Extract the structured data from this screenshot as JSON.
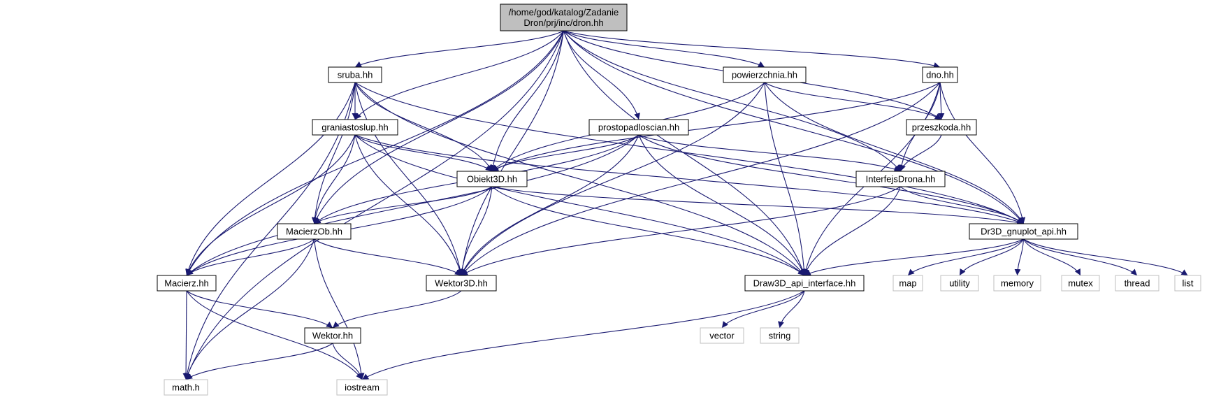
{
  "colors": {
    "edge": "#191970",
    "root_fill": "#bfbfbf",
    "local_border": "#000000",
    "system_border": "#bfbfbf",
    "system_text": "#000000"
  },
  "nodes": [
    {
      "id": "dron",
      "kind": "root",
      "lines": [
        "/home/god/katalog/Zadanie",
        "Dron/prj/inc/dron.hh"
      ]
    },
    {
      "id": "sruba",
      "kind": "local",
      "lines": [
        "sruba.hh"
      ]
    },
    {
      "id": "powierzchnia",
      "kind": "local",
      "lines": [
        "powierzchnia.hh"
      ]
    },
    {
      "id": "dno",
      "kind": "local",
      "lines": [
        "dno.hh"
      ]
    },
    {
      "id": "graniastoslup",
      "kind": "local",
      "lines": [
        "graniastoslup.hh"
      ]
    },
    {
      "id": "prostopadloscian",
      "kind": "local",
      "lines": [
        "prostopadloscian.hh"
      ]
    },
    {
      "id": "przeszkoda",
      "kind": "local",
      "lines": [
        "przeszkoda.hh"
      ]
    },
    {
      "id": "obiekt3d",
      "kind": "local",
      "lines": [
        "Obiekt3D.hh"
      ]
    },
    {
      "id": "interfejs",
      "kind": "local",
      "lines": [
        "InterfejsDrona.hh"
      ]
    },
    {
      "id": "macierzob",
      "kind": "local",
      "lines": [
        "MacierzOb.hh"
      ]
    },
    {
      "id": "dr3d",
      "kind": "local",
      "lines": [
        "Dr3D_gnuplot_api.hh"
      ]
    },
    {
      "id": "macierz",
      "kind": "local",
      "lines": [
        "Macierz.hh"
      ]
    },
    {
      "id": "wektor3d",
      "kind": "local",
      "lines": [
        "Wektor3D.hh"
      ]
    },
    {
      "id": "draw3d",
      "kind": "local",
      "lines": [
        "Draw3D_api_interface.hh"
      ]
    },
    {
      "id": "map",
      "kind": "system",
      "lines": [
        "map"
      ]
    },
    {
      "id": "utility",
      "kind": "system",
      "lines": [
        "utility"
      ]
    },
    {
      "id": "memory",
      "kind": "system",
      "lines": [
        "memory"
      ]
    },
    {
      "id": "mutex",
      "kind": "system",
      "lines": [
        "mutex"
      ]
    },
    {
      "id": "thread",
      "kind": "system",
      "lines": [
        "thread"
      ]
    },
    {
      "id": "list",
      "kind": "system",
      "lines": [
        "list"
      ]
    },
    {
      "id": "wektor",
      "kind": "local",
      "lines": [
        "Wektor.hh"
      ]
    },
    {
      "id": "vector",
      "kind": "system",
      "lines": [
        "vector"
      ]
    },
    {
      "id": "string",
      "kind": "system",
      "lines": [
        "string"
      ]
    },
    {
      "id": "math",
      "kind": "system",
      "lines": [
        "math.h"
      ]
    },
    {
      "id": "iostream",
      "kind": "system",
      "lines": [
        "iostream"
      ]
    }
  ],
  "edges": [
    [
      "dron",
      "math"
    ],
    [
      "dron",
      "macierz"
    ],
    [
      "dron",
      "sruba"
    ],
    [
      "dron",
      "macierzob"
    ],
    [
      "dron",
      "graniastoslup"
    ],
    [
      "dron",
      "obiekt3d"
    ],
    [
      "dron",
      "prostopadloscian"
    ],
    [
      "dron",
      "powierzchnia"
    ],
    [
      "dron",
      "przeszkoda"
    ],
    [
      "dron",
      "dno"
    ],
    [
      "dron",
      "interfejs"
    ],
    [
      "dron",
      "dr3d"
    ],
    [
      "dron",
      "draw3d"
    ],
    [
      "dron",
      "wektor3d"
    ],
    [
      "sruba",
      "graniastoslup"
    ],
    [
      "sruba",
      "obiekt3d"
    ],
    [
      "sruba",
      "macierzob"
    ],
    [
      "sruba",
      "macierz"
    ],
    [
      "sruba",
      "wektor3d"
    ],
    [
      "sruba",
      "math"
    ],
    [
      "sruba",
      "draw3d"
    ],
    [
      "sruba",
      "dr3d"
    ],
    [
      "powierzchnia",
      "obiekt3d"
    ],
    [
      "powierzchnia",
      "przeszkoda"
    ],
    [
      "powierzchnia",
      "dr3d"
    ],
    [
      "powierzchnia",
      "draw3d"
    ],
    [
      "powierzchnia",
      "wektor3d"
    ],
    [
      "dno",
      "obiekt3d"
    ],
    [
      "dno",
      "przeszkoda"
    ],
    [
      "dno",
      "interfejs"
    ],
    [
      "dno",
      "dr3d"
    ],
    [
      "dno",
      "draw3d"
    ],
    [
      "dno",
      "wektor3d"
    ],
    [
      "graniastoslup",
      "obiekt3d"
    ],
    [
      "graniastoslup",
      "macierzob"
    ],
    [
      "graniastoslup",
      "macierz"
    ],
    [
      "graniastoslup",
      "wektor3d"
    ],
    [
      "graniastoslup",
      "dr3d"
    ],
    [
      "graniastoslup",
      "draw3d"
    ],
    [
      "prostopadloscian",
      "obiekt3d"
    ],
    [
      "prostopadloscian",
      "interfejs"
    ],
    [
      "prostopadloscian",
      "macierzob"
    ],
    [
      "prostopadloscian",
      "macierz"
    ],
    [
      "prostopadloscian",
      "wektor3d"
    ],
    [
      "prostopadloscian",
      "dr3d"
    ],
    [
      "prostopadloscian",
      "draw3d"
    ],
    [
      "przeszkoda",
      "interfejs"
    ],
    [
      "obiekt3d",
      "macierzob"
    ],
    [
      "obiekt3d",
      "macierz"
    ],
    [
      "obiekt3d",
      "wektor3d"
    ],
    [
      "obiekt3d",
      "dr3d"
    ],
    [
      "obiekt3d",
      "draw3d"
    ],
    [
      "interfejs",
      "dr3d"
    ],
    [
      "interfejs",
      "draw3d"
    ],
    [
      "interfejs",
      "wektor3d"
    ],
    [
      "macierzob",
      "macierz"
    ],
    [
      "macierzob",
      "wektor3d"
    ],
    [
      "macierzob",
      "math"
    ],
    [
      "macierzob",
      "iostream"
    ],
    [
      "dr3d",
      "draw3d"
    ],
    [
      "dr3d",
      "map"
    ],
    [
      "dr3d",
      "utility"
    ],
    [
      "dr3d",
      "memory"
    ],
    [
      "dr3d",
      "mutex"
    ],
    [
      "dr3d",
      "thread"
    ],
    [
      "dr3d",
      "list"
    ],
    [
      "macierz",
      "wektor"
    ],
    [
      "macierz",
      "math"
    ],
    [
      "macierz",
      "iostream"
    ],
    [
      "wektor3d",
      "wektor"
    ],
    [
      "wektor",
      "math"
    ],
    [
      "wektor",
      "iostream"
    ],
    [
      "draw3d",
      "vector"
    ],
    [
      "draw3d",
      "string"
    ],
    [
      "draw3d",
      "iostream"
    ]
  ]
}
